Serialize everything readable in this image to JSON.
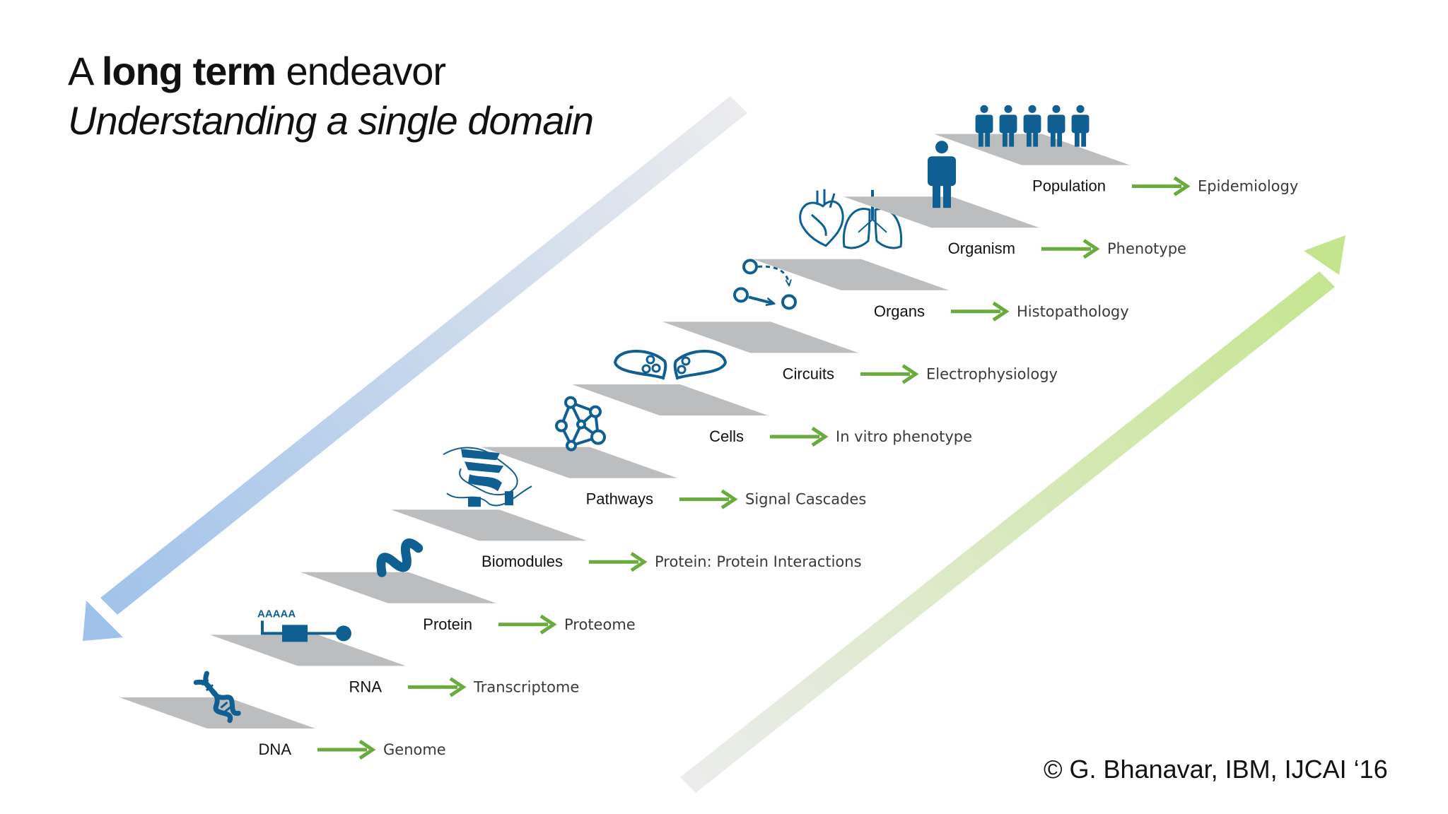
{
  "header": {
    "title_prefix": "A",
    "title_bold": "long term",
    "title_suffix": "endeavor",
    "subtitle": "Understanding a single domain"
  },
  "credit": "© G. Bhanavar, IBM, IJCAI ‘16",
  "levels": [
    {
      "name": "DNA",
      "result": "Genome",
      "icon": "dna-icon"
    },
    {
      "name": "RNA",
      "result": "Transcriptome",
      "icon": "rna-icon"
    },
    {
      "name": "Protein",
      "result": "Proteome",
      "icon": "protein-helix-icon"
    },
    {
      "name": "Biomodules",
      "result": "Protein: Protein Interactions",
      "icon": "biomodule-icon"
    },
    {
      "name": "Pathways",
      "result": "Signal Cascades",
      "icon": "pathway-network-icon"
    },
    {
      "name": "Cells",
      "result": "In vitro phenotype",
      "icon": "cell-synapse-icon"
    },
    {
      "name": "Circuits",
      "result": "Electrophysiology",
      "icon": "circuit-icon"
    },
    {
      "name": "Organs",
      "result": "Histopathology",
      "icon": "heart-lungs-icon"
    },
    {
      "name": "Organism",
      "result": "Phenotype",
      "icon": "person-icon"
    },
    {
      "name": "Population",
      "result": "Epidemiology",
      "icon": "population-icon"
    }
  ],
  "rna_poly_a": "AAAAA",
  "colors": {
    "icon_blue": "#0f5f93",
    "arrow_green": "#6aab3d",
    "platform_gray": "#bcbdbf",
    "down_arrow_blue": "#a4c3ea",
    "up_arrow_green": "#c5e58f"
  }
}
